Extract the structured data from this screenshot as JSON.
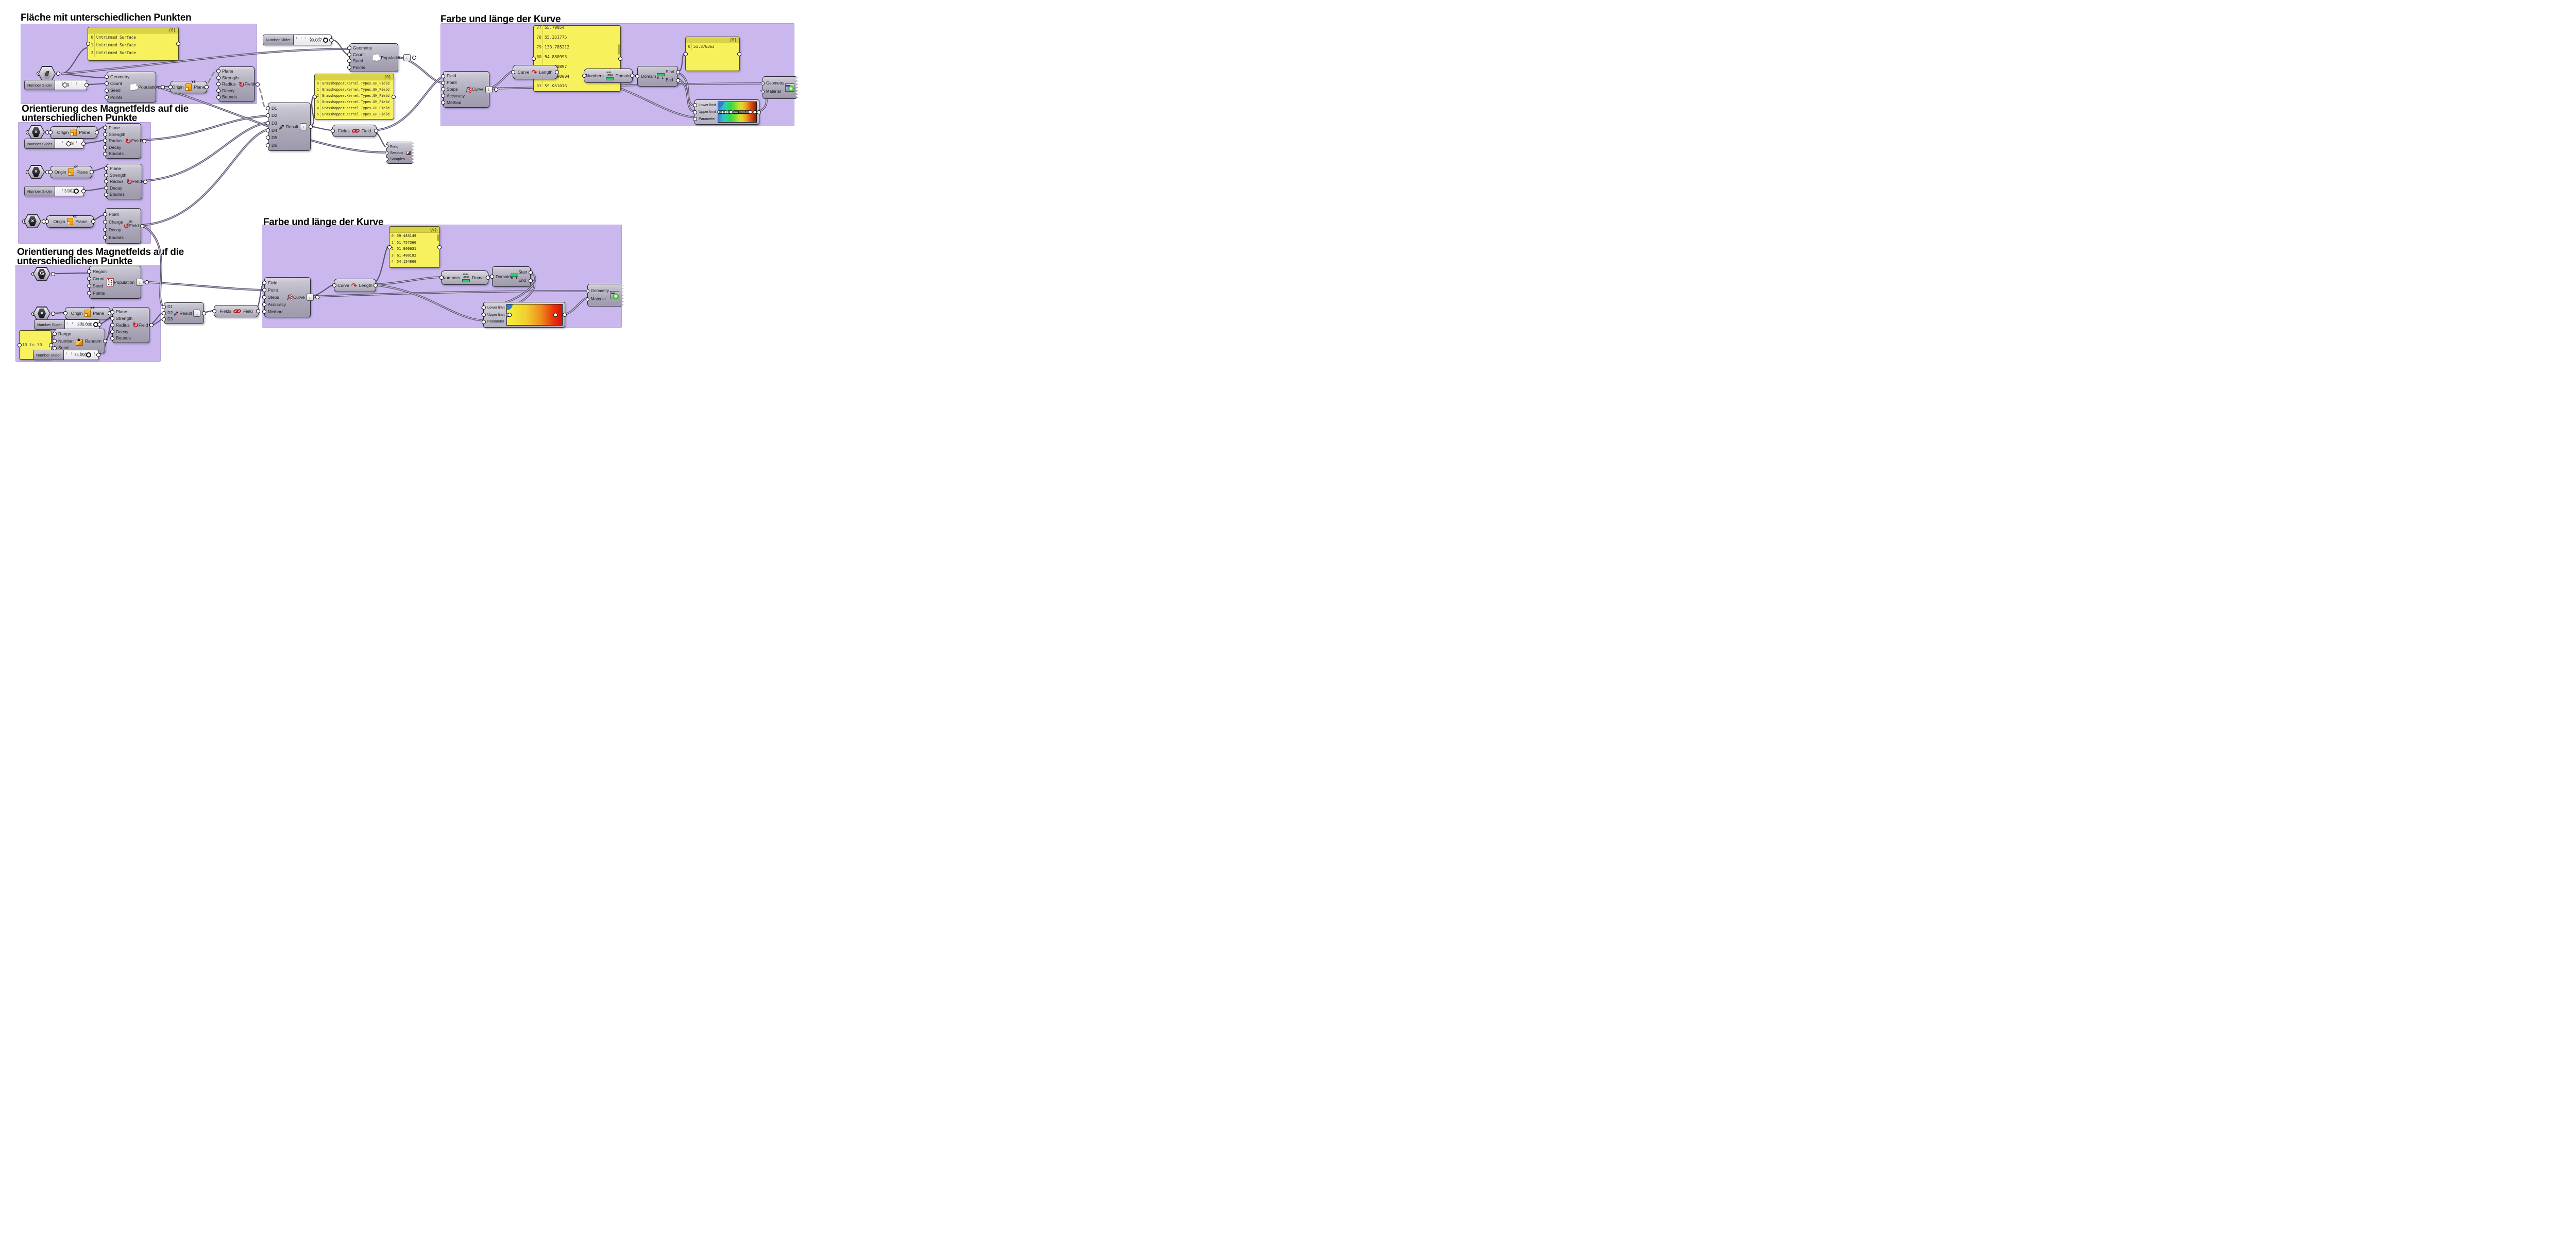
{
  "titles": {
    "flaeche": "Fläche mit unterschiedlichen Punkten",
    "orient_a": "Orientierung des Magnetfelds auf die",
    "orient_b": "unterschiedlichen Punkte",
    "farbe": "Farbe und länge der Kurve"
  },
  "sliders": {
    "s1": {
      "label": "Number Slider",
      "value": "1"
    },
    "s90": {
      "label": "Number Slider",
      "value": "90.087"
    },
    "s16": {
      "label": "Number Slider",
      "value": "16"
    },
    "s3": {
      "label": "Number Slider",
      "value": "3.002"
    },
    "s200": {
      "label": "Number Slider",
      "value": "200.000"
    },
    "s74": {
      "label": "Number Slider",
      "value": "74.090"
    }
  },
  "panels": {
    "surfaces": {
      "header": "{0}",
      "rows": [
        [
          "0",
          "Untrimmed Surface"
        ],
        [
          "1",
          "Untrimmed Surface"
        ],
        [
          "2",
          "Untrimmed Surface"
        ]
      ]
    },
    "fields": {
      "header": "{0}",
      "rows": [
        [
          "0",
          "Grasshopper.Kernel.Types.GH_Field"
        ],
        [
          "1",
          "Grasshopper.Kernel.Types.GH_Field"
        ],
        [
          "2",
          "Grasshopper.Kernel.Types.GH_Field"
        ],
        [
          "3",
          "Grasshopper.Kernel.Types.GH_Field"
        ],
        [
          "4",
          "Grasshopper.Kernel.Types.GH_Field"
        ],
        [
          "5",
          "Grasshopper.Kernel.Types.GH_Field"
        ]
      ]
    },
    "lengths_top": {
      "rows": [
        [
          "77",
          "55.79054"
        ],
        [
          "78",
          "55.331775"
        ],
        [
          "79",
          "133.785212"
        ],
        [
          "80",
          "54.880993"
        ],
        [
          "81",
          "57.280897"
        ],
        [
          "82",
          "101.290004"
        ],
        [
          "83",
          "55.961076"
        ]
      ]
    },
    "value_top": {
      "header": "{0}",
      "rows": [
        [
          "0",
          "51.876363"
        ]
      ]
    },
    "lengths_bottom": {
      "header": "{0}",
      "rows": [
        [
          "0",
          "59.483149"
        ],
        [
          "1",
          "51.757366"
        ],
        [
          "2",
          "51.860631"
        ],
        [
          "3",
          "61.480182"
        ],
        [
          "4",
          "54.154806"
        ]
      ]
    },
    "range": {
      "text": "10 to 30"
    }
  },
  "defs": {
    "populate": {
      "inputs": [
        "Geometry",
        "Count",
        "Seed",
        "Points"
      ],
      "output": "Population"
    },
    "populate2d": {
      "inputs": [
        "Region",
        "Count",
        "Seed",
        "Points"
      ],
      "output": "Population"
    },
    "plane": {
      "input": "Origin",
      "output": "Plane"
    },
    "plane_tags": {
      "a": "YZ",
      "b1": "XZ",
      "b2": "XY",
      "b3": "XZ",
      "c": "XZ"
    },
    "spin": {
      "inputs": [
        "Plane",
        "Strength",
        "Radius",
        "Decay",
        "Bounds"
      ],
      "output": "Field"
    },
    "charge": {
      "inputs": [
        "Point",
        "Charge",
        "Decay",
        "Bounds"
      ],
      "output": "Field"
    },
    "merge6": {
      "inputs": [
        "D1",
        "D2",
        "D3",
        "D4",
        "D5",
        "D6"
      ],
      "output": "Result"
    },
    "merge3": {
      "inputs": [
        "D1",
        "D2",
        "D3"
      ],
      "output": "Result"
    },
    "fields": {
      "input": "Fields",
      "output": "Field"
    },
    "fline": {
      "inputs": [
        "Field",
        "Point",
        "Steps",
        "Accuracy",
        "Method"
      ],
      "output": "Curve"
    },
    "length": {
      "input": "Curve",
      "output": "Length"
    },
    "bounds": {
      "input": "Numbers",
      "output": "Domain"
    },
    "domain": {
      "input": "Domain",
      "outputs": [
        "Start",
        "End"
      ]
    },
    "section": {
      "inputs": [
        "Field",
        "Section",
        "Samples"
      ]
    },
    "gradient": {
      "inputs": [
        "Lower limit",
        "Upper limit",
        "Parameter"
      ]
    },
    "preview": {
      "inputs": [
        "Geometry",
        "Material"
      ]
    },
    "random": {
      "inputs": [
        "Range",
        "Number",
        "Seed"
      ],
      "output": "Random"
    }
  },
  "colors": {
    "group_bg": "#c9b7ee",
    "panel_bg": "#f7f15e",
    "panel_header": "#d9d246",
    "wire": "#5c5470",
    "wire_dashed": "#8a8a8a",
    "accent_red": "#c11212",
    "rainbow": [
      "#3f7ad0",
      "#2ec0cf",
      "#37d44c",
      "#c6e32f",
      "#e8d22c",
      "#ea9e26",
      "#8f1c03"
    ],
    "fire": [
      "#f4ef39",
      "#f2cf2f",
      "#ef8c1c",
      "#d81205"
    ]
  }
}
